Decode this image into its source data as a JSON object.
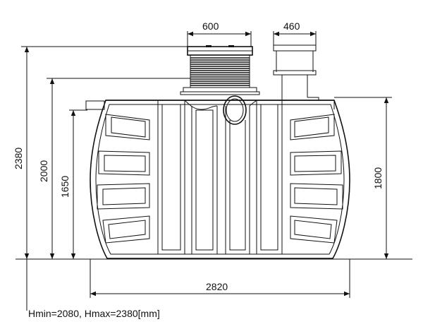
{
  "dimensions": {
    "top_opening_width": "600",
    "pipe_width": "460",
    "total_height": "2380",
    "height_2000": "2000",
    "height_1650": "1650",
    "right_height": "1800",
    "length": "2820"
  },
  "note": "Hmin=2080, Hmax=2380[mm]"
}
